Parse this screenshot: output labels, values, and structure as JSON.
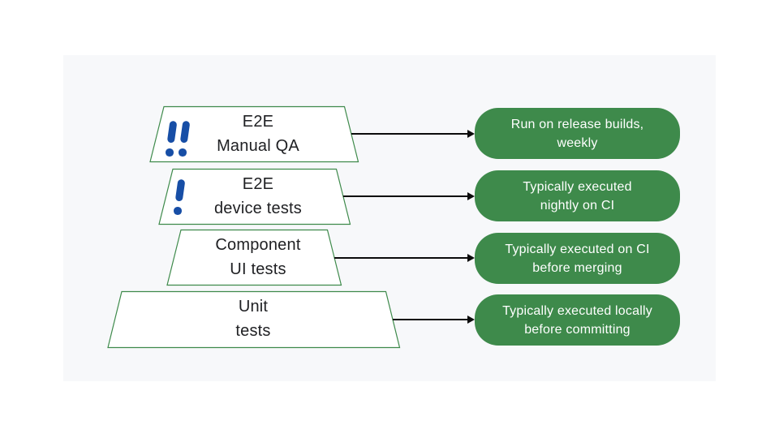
{
  "diagram": {
    "type": "testing-pyramid",
    "panel_bg": "#f7f8fa",
    "colors": {
      "note_green": "#3e8a4b",
      "trapezoid_border_green": "#3e8a4b",
      "trapezoid_fill": "#ffffff",
      "priority_blue": "#174ea6",
      "arrow_black": "#0b0b0b",
      "label_text": "#202124",
      "note_text": "#ffffff"
    },
    "layers": [
      {
        "name": "E2E Manual QA",
        "line1": "E2E",
        "line2": "Manual QA",
        "priority_marks": "double-exclamation",
        "note": {
          "line1": "Run on release builds,",
          "line2": "weekly"
        }
      },
      {
        "name": "E2E device tests",
        "line1": "E2E",
        "line2": "device tests",
        "priority_marks": "exclamation",
        "note": {
          "line1": "Typically executed",
          "line2": "nightly on CI"
        }
      },
      {
        "name": "Component UI tests",
        "line1": "Component",
        "line2": "UI tests",
        "priority_marks": "none",
        "note": {
          "line1": "Typically executed on CI",
          "line2": "before merging"
        }
      },
      {
        "name": "Unit tests",
        "line1": "Unit",
        "line2": "tests",
        "priority_marks": "none",
        "note": {
          "line1": "Typically executed locally",
          "line2": "before committing"
        }
      }
    ]
  }
}
